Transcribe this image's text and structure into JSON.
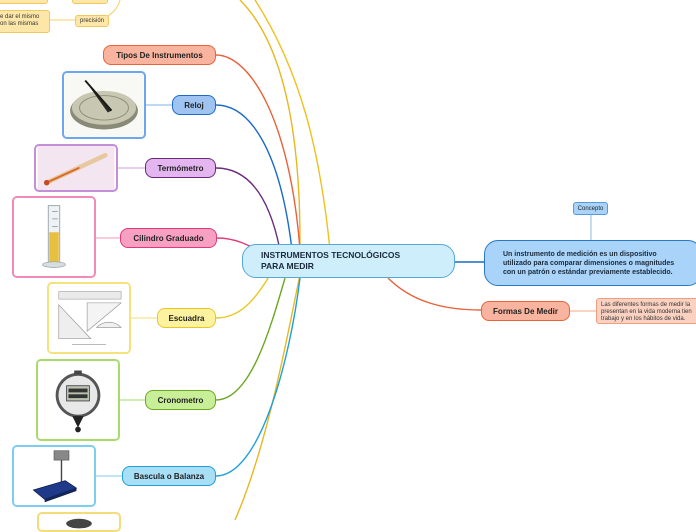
{
  "central": {
    "line1": "INSTRUMENTOS TECNOLÓGICOS",
    "line2": "PARA MEDIR"
  },
  "concept_label": "Concepto",
  "concept_text": "Un instrumento de medición es un dispositivo utilizado para comparar dimensiones o magnitudes con un patrón o estándar previamente establecido.",
  "formas": {
    "label": "Formas De Medir",
    "note": "Las diferentes formas de medir la presentan en la vida moderna tien trabajo y en los hábitos de vida."
  },
  "top_fragment": {
    "text_line1": "e dar el mismo",
    "text_line2": "on las mismas",
    "tag": "precisión"
  },
  "branches": [
    {
      "label": "Tipos De Instrumentos",
      "color": "#e8623a"
    },
    {
      "label": "Reloj",
      "color": "#1c6ac9",
      "image_icon": "sundial-icon"
    },
    {
      "label": "Termómetro",
      "color": "#6b2a7a",
      "image_icon": "thermometer-icon"
    },
    {
      "label": "Cilindro Graduado",
      "color": "#e03a7a",
      "image_icon": "graduated-cylinder-icon"
    },
    {
      "label": "Escuadra",
      "color": "#e8c820",
      "image_icon": "set-square-icon"
    },
    {
      "label": "Cronometro",
      "color": "#6aa820",
      "image_icon": "stopwatch-icon"
    },
    {
      "label": "Bascula o Balanza",
      "color": "#1ea0d8",
      "image_icon": "scale-icon"
    }
  ],
  "colors": {
    "central_fill": "#cfeefb",
    "central_border": "#57a7d8",
    "concept_fill": "#a9d3f8",
    "concept_border": "#2a79c8"
  }
}
